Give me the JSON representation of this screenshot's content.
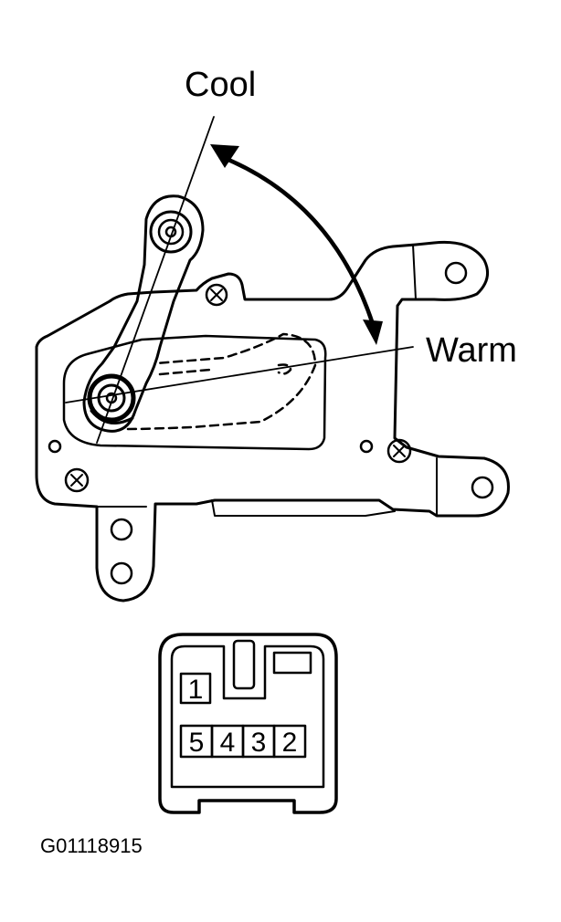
{
  "labels": {
    "cool": "Cool",
    "warm": "Warm"
  },
  "connector": {
    "pins": [
      "1",
      "5",
      "4",
      "3",
      "2"
    ]
  },
  "figure_id": "G01118915"
}
